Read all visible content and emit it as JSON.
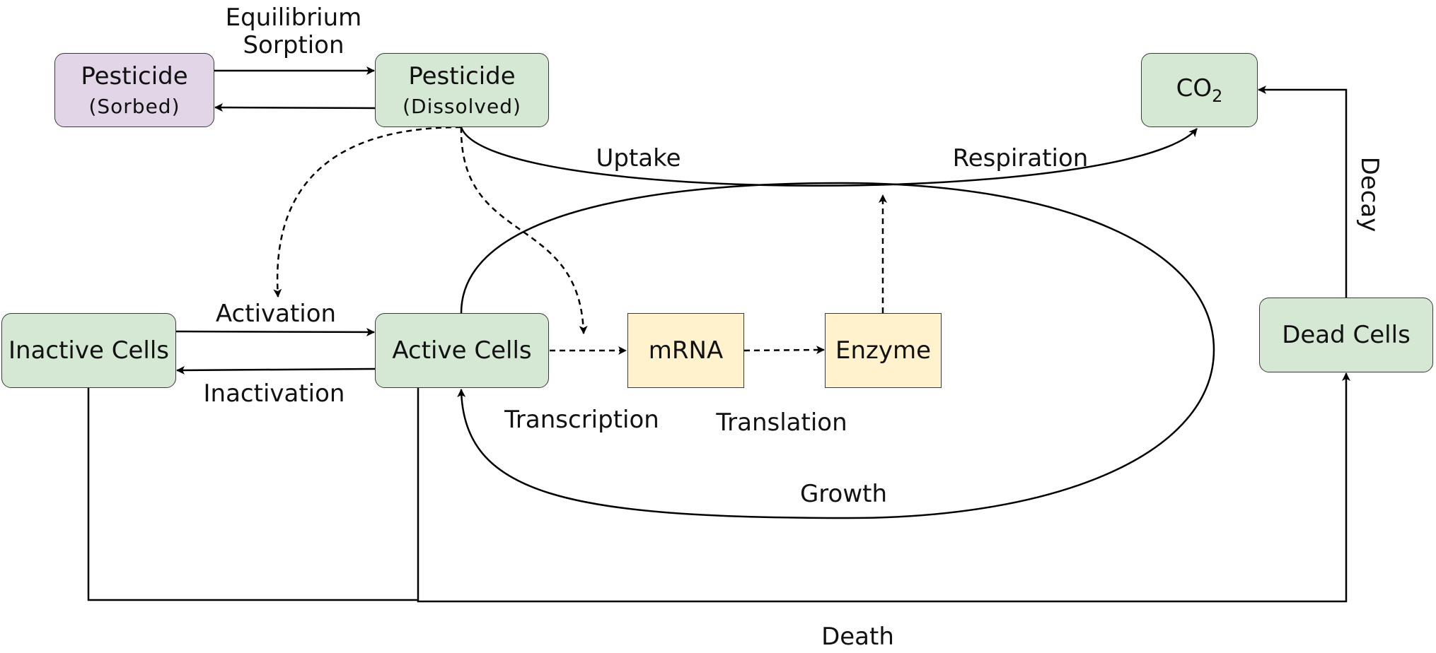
{
  "nodes": {
    "pesticide_sorbed": {
      "title": "Pesticide",
      "subtitle": "(Sorbed)"
    },
    "pesticide_dissolved": {
      "title": "Pesticide",
      "subtitle": "(Dissolved)"
    },
    "co2": {
      "main": "CO",
      "sub": "2"
    },
    "inactive_cells": "Inactive Cells",
    "active_cells": "Active Cells",
    "mrna": "mRNA",
    "enzyme": "Enzyme",
    "dead_cells": "Dead Cells"
  },
  "edge_labels": {
    "equilibrium_sorption_line1": "Equilibrium",
    "equilibrium_sorption_line2": "Sorption",
    "uptake": "Uptake",
    "respiration": "Respiration",
    "decay": "Decay",
    "activation": "Activation",
    "inactivation": "Inactivation",
    "transcription": "Transcription",
    "translation": "Translation",
    "growth": "Growth",
    "death": "Death"
  },
  "colors": {
    "green_fill": "#d5e8d4",
    "purple_fill": "#e1d5e7",
    "yellow_fill": "#fff2cc",
    "stroke": "#000000"
  }
}
